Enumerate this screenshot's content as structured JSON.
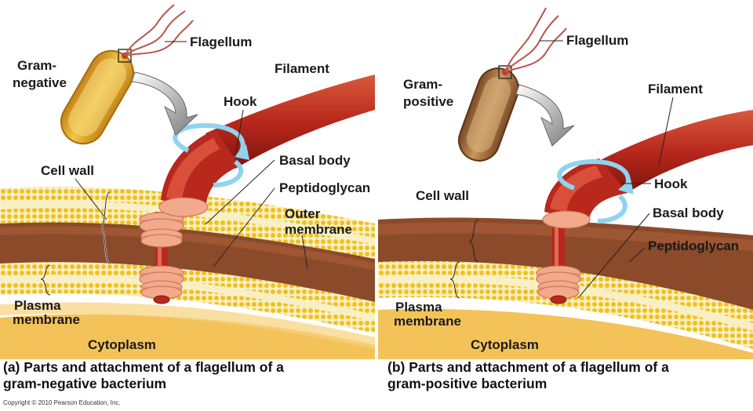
{
  "panel_a": {
    "labels": {
      "bacterium_type": [
        "Gram-",
        "negative"
      ],
      "flagellum": "Flagellum",
      "filament": "Filament",
      "hook": "Hook",
      "basal_body": "Basal body",
      "peptidoglycan": "Peptidoglycan",
      "outer_membrane": [
        "Outer",
        "membrane"
      ],
      "cell_wall": "Cell wall",
      "plasma_membrane": [
        "Plasma",
        "membrane"
      ],
      "cytoplasm": "Cytoplasm"
    },
    "caption_tag": "(a)",
    "caption_line1": "Parts and attachment of a flagellum of a",
    "caption_line2": "gram-negative bacterium"
  },
  "panel_b": {
    "labels": {
      "bacterium_type": [
        "Gram-",
        "positive"
      ],
      "flagellum": "Flagellum",
      "filament": "Filament",
      "hook": "Hook",
      "basal_body": "Basal body",
      "peptidoglycan": "Peptidoglycan",
      "cell_wall": "Cell wall",
      "plasma_membrane": [
        "Plasma",
        "membrane"
      ],
      "cytoplasm": "Cytoplasm"
    },
    "caption_tag": "(b)",
    "caption_line1": "Parts and attachment of a flagellum of a",
    "caption_line2": "gram-positive bacterium"
  },
  "copyright": "Copyright © 2010 Pearson Education, Inc.",
  "colors": {
    "cytoplasm": "#f3c35a",
    "peptidoglycan": "#8b4a2a",
    "membrane_head": "#f0c11e",
    "filament": "#b8281c",
    "basal_disc": "#f3a98c",
    "rotation_arrow": "#8fd3ef",
    "gram_negative_cell": "#d99a1c",
    "gram_positive_cell": "#8a5a33"
  }
}
